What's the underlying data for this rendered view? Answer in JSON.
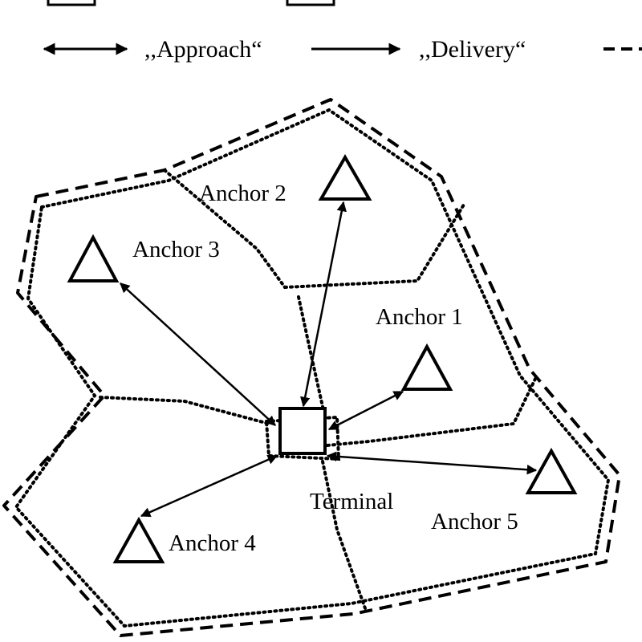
{
  "legend": {
    "approach_label": ",,Approach“",
    "delivery_label": ",,Delivery“"
  },
  "nodes": {
    "terminal": "Terminal",
    "anchor_1": "Anchor 1",
    "anchor_2": "Anchor 2",
    "anchor_3": "Anchor 3",
    "anchor_4": "Anchor 4",
    "anchor_5": "Anchor 5"
  },
  "colors": {
    "ink": "#000000",
    "background": "#ffffff"
  }
}
